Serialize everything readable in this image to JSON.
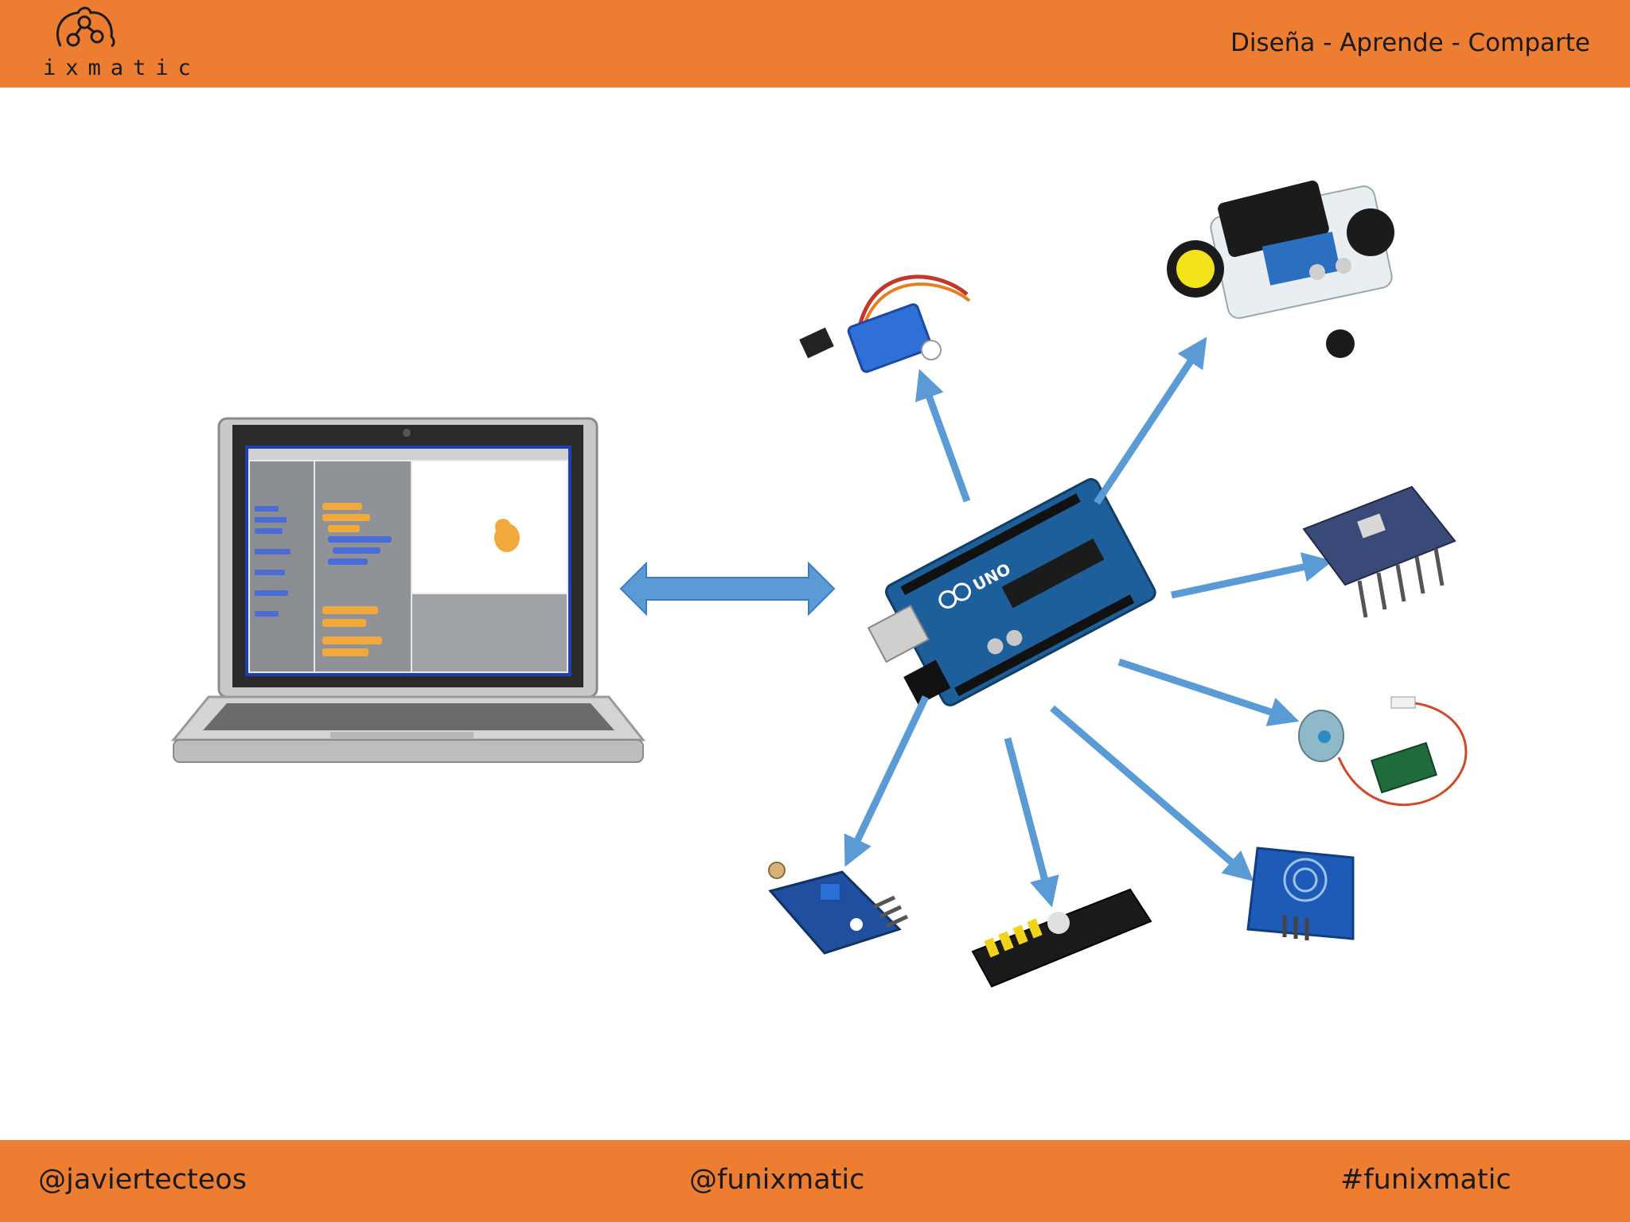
{
  "header": {
    "logo_text": "ixmatic",
    "tagline": "Diseña - Aprende - Comparte"
  },
  "footer": {
    "left_handle": "@javiertecteos",
    "center_handle": "@funixmatic",
    "right_hashtag": "#funixmatic"
  },
  "diagram": {
    "board_label": "UNO",
    "arrow_color": "#5b9bd5",
    "orange": "#ed7d31"
  }
}
